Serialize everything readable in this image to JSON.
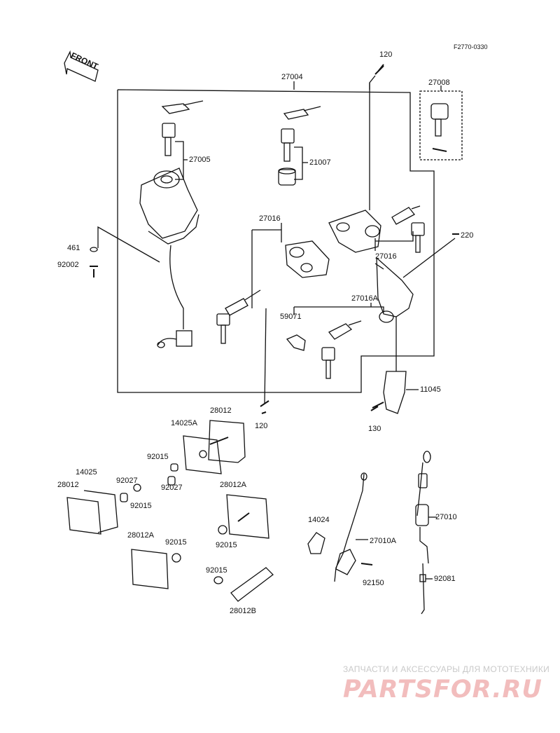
{
  "diagram": {
    "code": "F2770-0330",
    "direction_label": "FRONT",
    "labels": {
      "p120_top": "120",
      "p27004": "27004",
      "p27008": "27008",
      "p27005": "27005",
      "p21007": "21007",
      "p27016_mid": "27016",
      "p27016_right": "27016",
      "p461": "461",
      "p92002": "92002",
      "p220": "220",
      "p27016A": "27016A",
      "p59071": "59071",
      "p11045": "11045",
      "p130": "130",
      "p120_bottom": "120",
      "p28012_a": "28012",
      "p14025A": "14025A",
      "p92015_a": "92015",
      "p92027_a": "92027",
      "p14025": "14025",
      "p92027_b": "92027",
      "p28012_b": "28012",
      "p92015_b": "92015",
      "p28012A_a": "28012A",
      "p92015_c": "92015",
      "p28012A_b": "28012A",
      "p92015_d": "92015",
      "p92015_e": "92015",
      "p28012B": "28012B",
      "p14024": "14024",
      "p27010A": "27010A",
      "p92150": "92150",
      "p27010": "27010",
      "p92081": "92081"
    }
  },
  "watermark": {
    "line1": "ЗАПЧАСТИ И АКСЕССУАРЫ ДЛЯ МОТОТЕХНИКИ",
    "line2": "PARTSFOR.RU"
  }
}
